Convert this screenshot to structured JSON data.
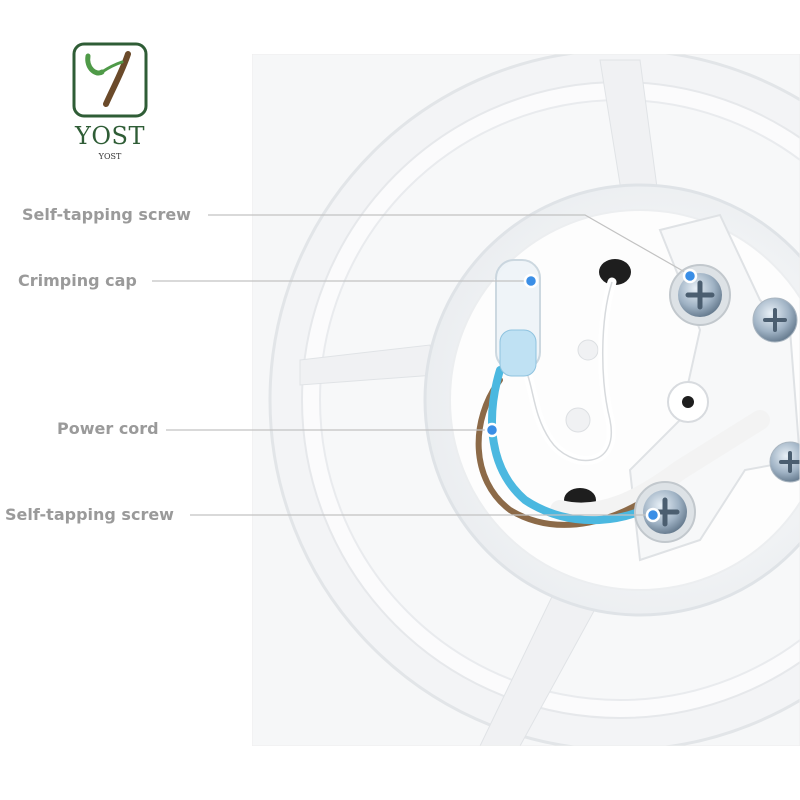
{
  "brand": {
    "name": "YOST",
    "subtitle": "YOST"
  },
  "callouts": [
    {
      "label": "Self-tapping screw"
    },
    {
      "label": "Crimping cap"
    },
    {
      "label": "Power cord"
    },
    {
      "label": "Self-tapping screw"
    }
  ],
  "colors": {
    "brand_green": "#2f5d36",
    "label_gray": "#9a9a9a",
    "marker_blue": "#3a8ee6",
    "cord_blue": "#4bb8e0"
  },
  "icons": [
    "brand-logo-icon",
    "screw-icon"
  ]
}
